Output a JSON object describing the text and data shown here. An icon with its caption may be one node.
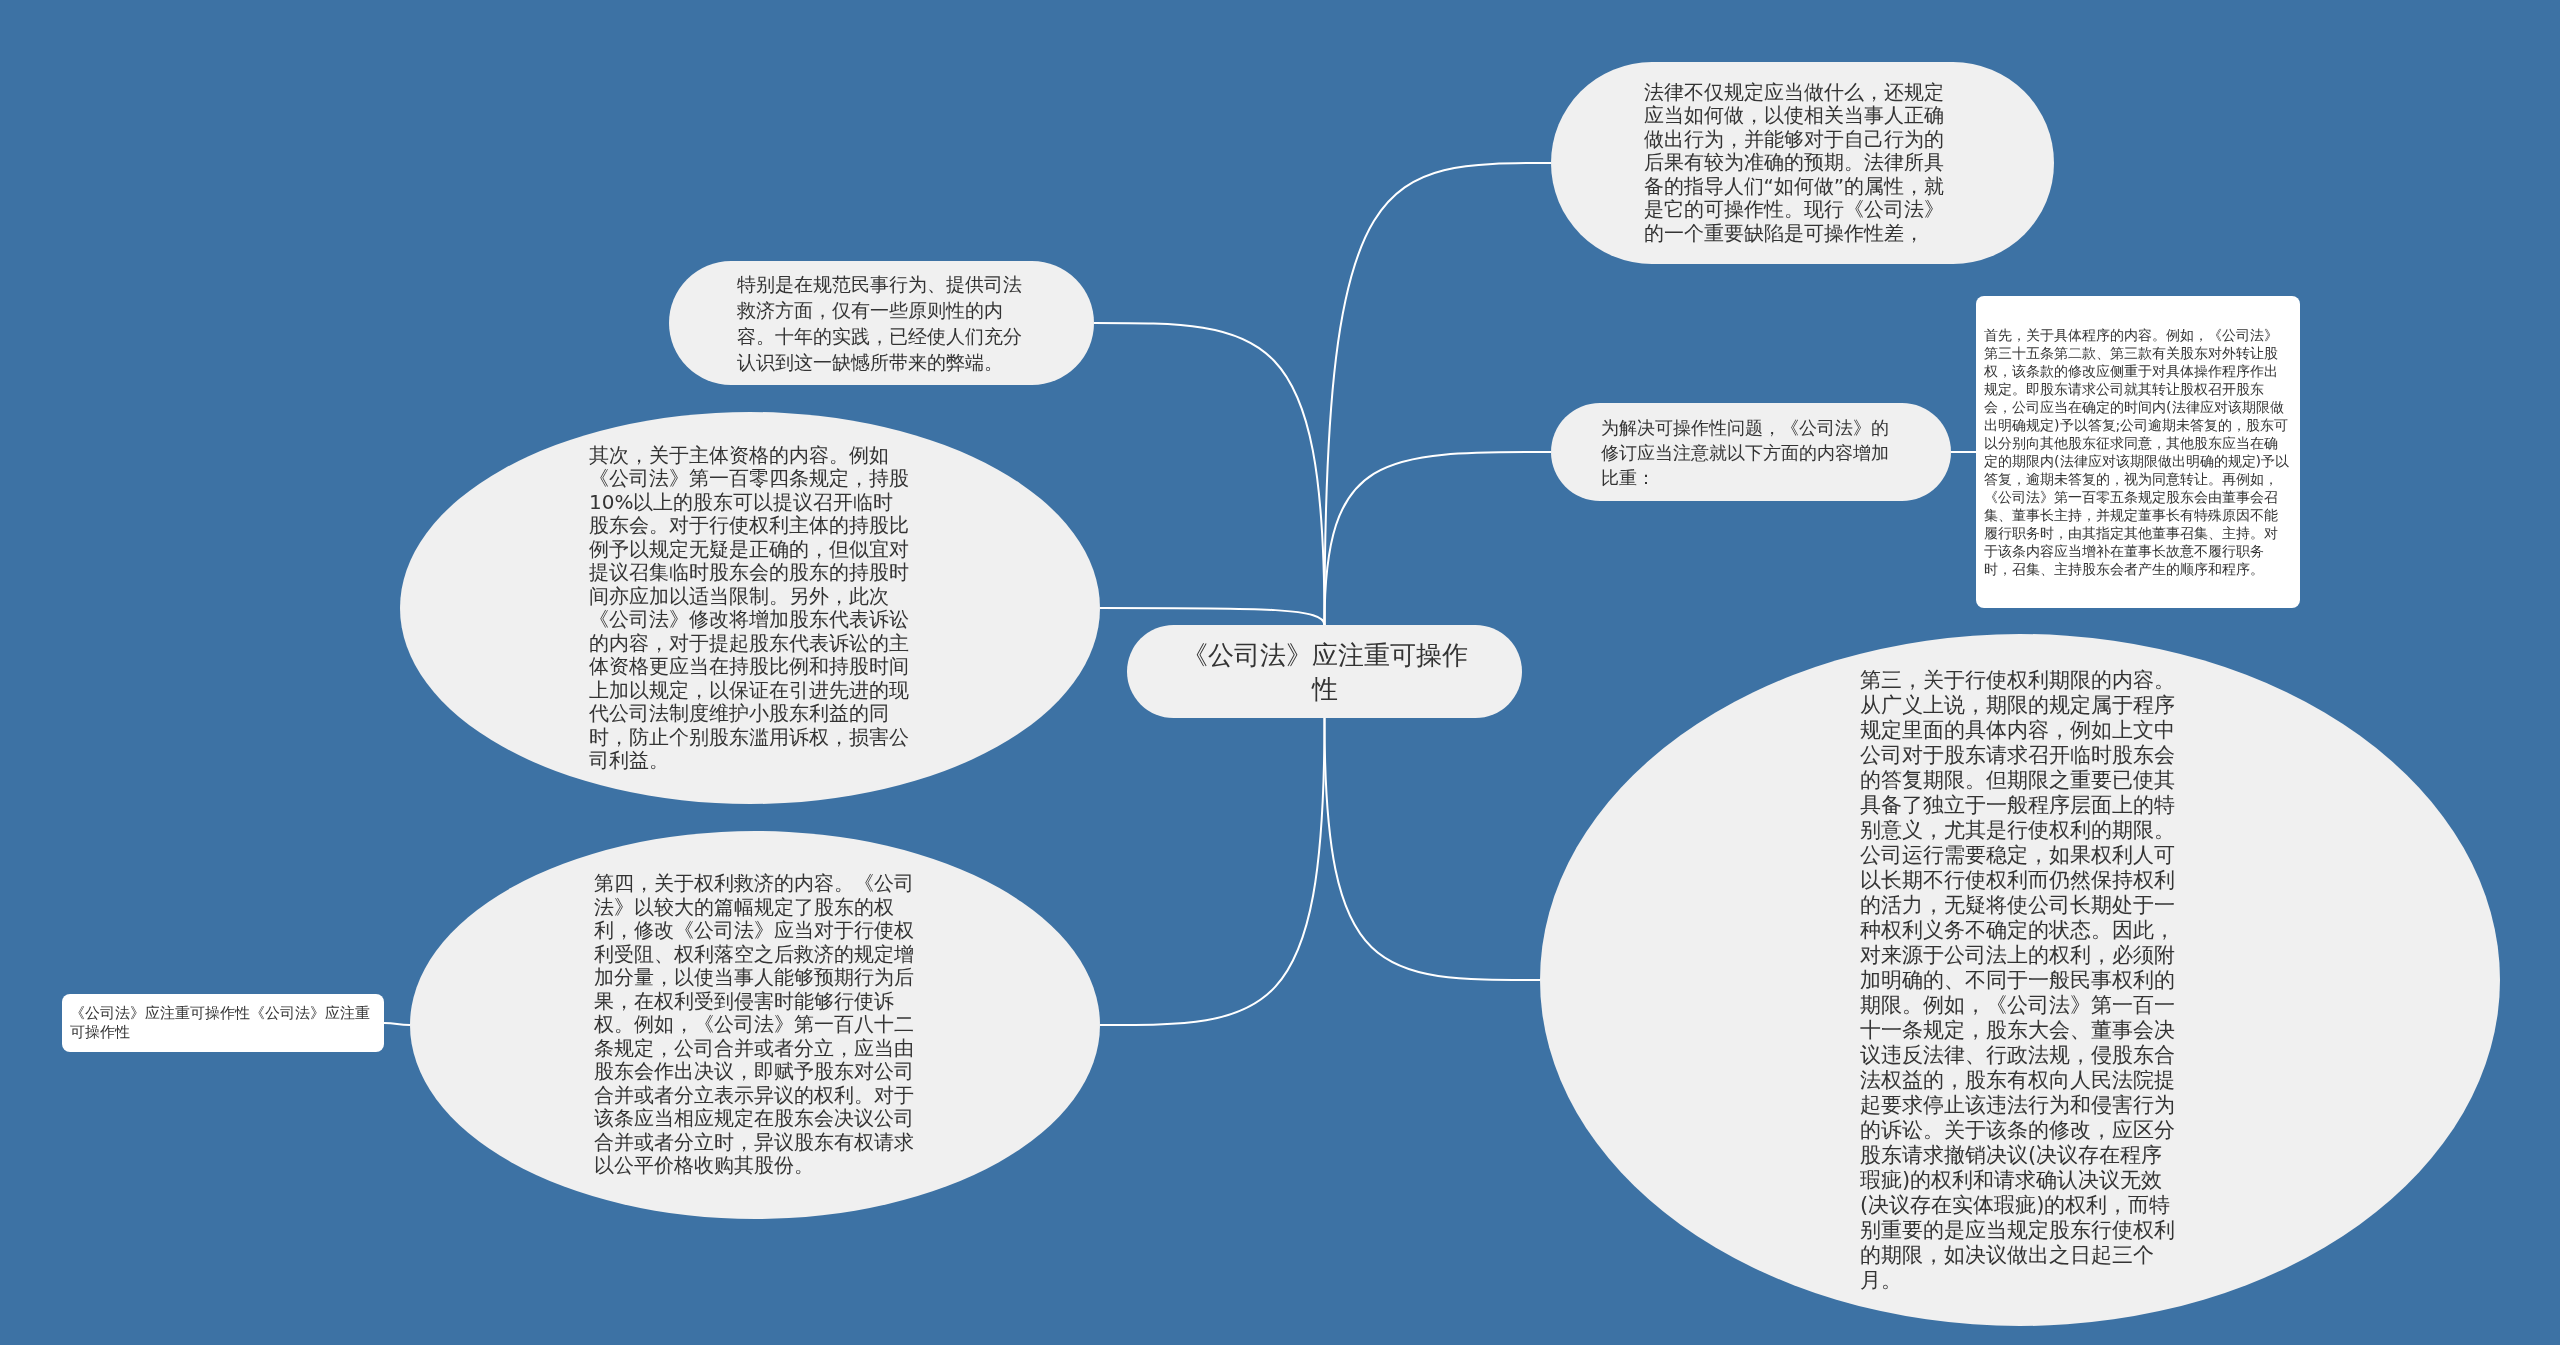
{
  "diagram": {
    "nodes": [
      {
        "text": [
          "《公司法》应注重可操作性"
        ]
      },
      {
        "text": [
          "特别是在规范民事行为、提供司法救济方面，仅有一些原则性的内容。十年的实践，已经使人们充分认识到这一缺憾所带来的弊端。"
        ]
      },
      {
        "text": [
          "其次，关于主体资格的内容。例如《公司法》第一百零四条规定，持股10%以上的股东可以提议召开临时股东会。对于行使权利主体的持股比例予以规定无疑是正确的，但似宜对提议召集临时股东会的股东的持股时间亦应加以适当限制。另外，此次《公司法》修改将增加股东代表诉讼的内容，对于提起股东代表诉讼的主体资格更应当在持股比例和持股时间上加以规定，以保证在引进先进的现代公司法制度维护小股东利益的同时，防止个别股东滥用诉权，损害公司利益。"
        ]
      },
      {
        "text": [
          "第四，关于权利救济的内容。《公司法》以较大的篇幅规定了股东的权利，修改《公司法》应当对于行使权利受阻、权利落空之后救济的规定增加分量，以使当事人能够预期行为后果，在权利受到侵害时能够行使诉权。例如，《公司法》第一百八十二条规定，公司合并或者分立，应当由股东会作出决议，即赋予股东对公司合并或者分立表示异议的权利。对于该条应当相应规定在股东会决议公司合并或者分立时，异议股东有权请求以公平价格收购其股份。"
        ]
      },
      {
        "text": [
          "《公司法》应注重可操作性《公司法》应注重可操作性"
        ]
      },
      {
        "text": [
          "法律不仅规定应当做什么，还规定应当如何做，以使相关当事人正确做出行为，并能够对于自己行为的后果有较为准确的预期。法律所具备的指导人们“如何做”的属性，就是它的可操作性。现行《公司法》的一个重要缺陷是可操作性差，"
        ]
      },
      {
        "text": [
          "为解决可操作性问题，《公司法》的修订应当注意就以下方面的内容增加比重："
        ]
      },
      {
        "text": [
          "首先，关于具体程序的内容。例如，《公司法》第三十五条第二款、第三款有关股东对外转让股权，该条款的修改应侧重于对具体操作程序作出规定。即股东请求公司就其转让股权召开股东会，公司应当在确定的时间内(法律应对该期限做出明确规定)予以答复;公司逾期未答复的，股东可以分别向其他股东征求同意，其他股东应当在确定的期限内(法律应对该期限做出明确的规定)予以答复，逾期未答复的，视为同意转让。再例如，《公司法》第一百零五条规定股东会由董事会召集、董事长主持，并规定董事长有特殊原因不能履行职务时，由其指定其他董事召集、主持。对于该条内容应当增补在董事长故意不履行职务时，召集、主持股东会者产生的顺序和程序。"
        ]
      },
      {
        "text": [
          "第三，关于行使权利期限的内容。从广义上说，期限的规定属于程序规定里面的具体内容，例如上文中公司对于股东请求召开临时股东会的答复期限。但期限之重要已使其具备了独立于一般程序层面上的特别意义，尤其是行使权利的期限。公司运行需要稳定，如果权利人可以长期不行使权利而仍然保持权利的活力，无疑将使公司长期处于一种权利义务不确定的状态。因此，对来源于公司法上的权利，必须附加明确的、不同于一般民事权利的期限。例如，《公司法》第一百一十一条规定，股东大会、董事会决议违反法律、行政法规，侵股东合法权益的，股东有权向人民法院提起要求停止该违法行为和侵害行为的诉讼。关于该条的修改，应区分股东请求撤销决议(决议存在程序瑕疵)的权利和请求确认决议无效(决议存在实体瑕疵)的权利，而特别重要的是应当规定股东行使权利的期限，如决议做出之日起三个月。"
        ]
      }
    ],
    "edges": [
      {
        "from": 0,
        "to": 1,
        "arrow": "none"
      },
      {
        "from": 0,
        "to": 2,
        "arrow": "none"
      },
      {
        "from": 0,
        "to": 3,
        "arrow": "none"
      },
      {
        "from": 3,
        "to": 4,
        "arrow": "none"
      },
      {
        "from": 0,
        "to": 5,
        "arrow": "none"
      },
      {
        "from": 0,
        "to": 6,
        "arrow": "none"
      },
      {
        "from": 6,
        "to": 7,
        "arrow": "none"
      },
      {
        "from": 0,
        "to": 8,
        "arrow": "none"
      }
    ]
  }
}
